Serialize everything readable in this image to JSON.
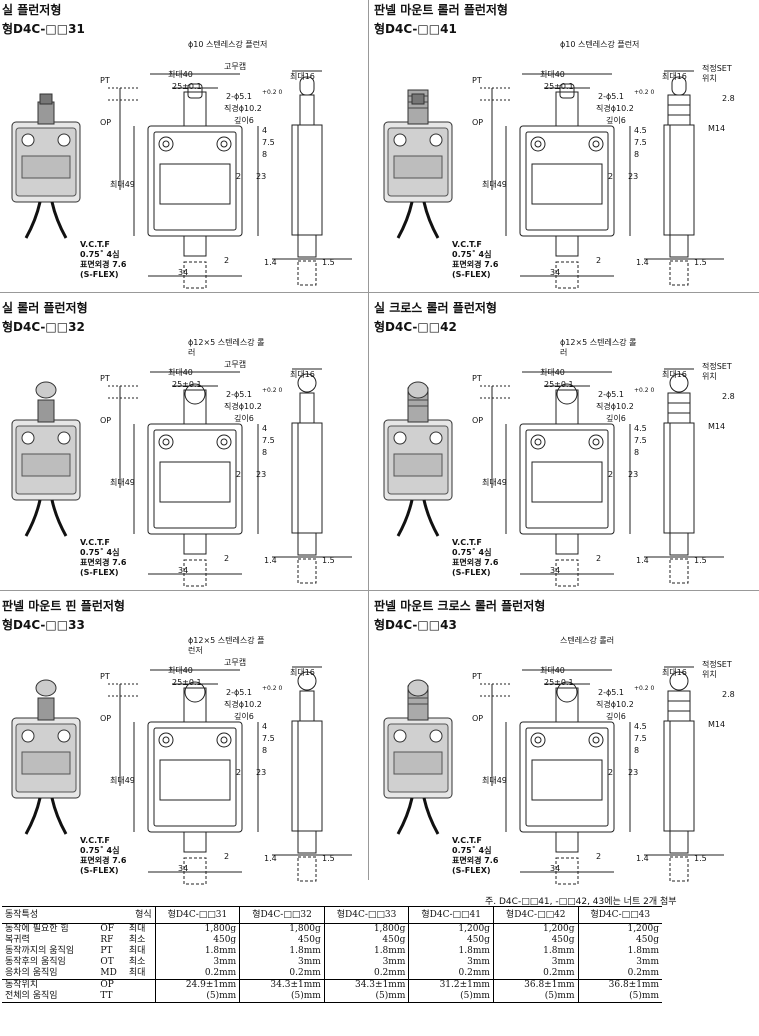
{
  "panels": [
    {
      "title": "실 플런저형",
      "model": "형D4C-□□31",
      "actuator": "ϕ10 스텐레스강 플런저",
      "cap": "고무캡",
      "photo_type": "plunger"
    },
    {
      "title": "판넬 마운트 롤러 플런저형",
      "model": "형D4C-□□41",
      "actuator": "ϕ10 스텐레스강 플런저",
      "cap": "",
      "photo_type": "panel-plunger"
    },
    {
      "title": "실 롤러 플런저형",
      "model": "형D4C-□□32",
      "actuator": "ϕ12×5 스텐레스강 롤러",
      "cap": "고무캡",
      "photo_type": "roller"
    },
    {
      "title": "실 크로스 롤러 플런저형",
      "model": "형D4C-□□42",
      "actuator": "ϕ12×5 스텐레스강 롤러",
      "cap": "",
      "photo_type": "panel-roller"
    },
    {
      "title": "판넬 마운트 핀 플런저형",
      "model": "형D4C-□□33",
      "actuator": "ϕ12×5 스텐레스강 플런저",
      "cap": "고무캡",
      "photo_type": "roller"
    },
    {
      "title": "판넬 마운트 크로스 롤러 플런저형",
      "model": "형D4C-□□43",
      "actuator": "스텐레스강 롤러",
      "cap": "",
      "photo_type": "panel-roller"
    }
  ],
  "dims": {
    "max40": "최대40",
    "d25": "25±0.1",
    "max16": "최대16",
    "max49": "최대49",
    "pt": "PT",
    "op": "OP",
    "hole": "2-ϕ5.1",
    "hole_tol": "+0.2 0",
    "dia": "직경ϕ10.2",
    "depth": "깊이6",
    "d4": "4",
    "d45": "4.5",
    "d75": "7.5",
    "d8": "8",
    "d2": "2",
    "d23": "23",
    "d34": "34",
    "d14": "1.4",
    "d15": "1.5",
    "d28": "2.8",
    "m14": "M14",
    "set": "적정SET 위치"
  },
  "vctf": [
    "V.C.T.F",
    "0.75˚ 4심",
    "표면외경 7.6",
    "(S-FLEX)"
  ],
  "note": "주. D4C-□□41, -□□42, 43에는 너트 2개 첨부",
  "table": {
    "header_left": "동작특성",
    "header_mid": "형식",
    "models": [
      "형D4C-□□31",
      "형D4C-□□32",
      "형D4C-□□33",
      "형D4C-□□41",
      "형D4C-□□42",
      "형D4C-□□43"
    ],
    "rows": [
      {
        "name": "동작에 필요한 힘",
        "code": "OF",
        "limit": "최대",
        "values": [
          "1,800g",
          "1,800g",
          "1,800g",
          "1,200g",
          "1,200g",
          "1,200g"
        ]
      },
      {
        "name": "복귀력",
        "code": "RF",
        "limit": "최소",
        "values": [
          "450g",
          "450g",
          "450g",
          "450g",
          "450g",
          "450g"
        ]
      },
      {
        "name": "동작까지의 움직임",
        "code": "PT",
        "limit": "최대",
        "values": [
          "1.8mm",
          "1.8mm",
          "1.8mm",
          "1.8mm",
          "1.8mm",
          "1.8mm"
        ]
      },
      {
        "name": "동작후의 움직임",
        "code": "OT",
        "limit": "최소",
        "values": [
          "3mm",
          "3mm",
          "3mm",
          "3mm",
          "3mm",
          "3mm"
        ]
      },
      {
        "name": "응차의 움직임",
        "code": "MD",
        "limit": "최대",
        "values": [
          "0.2mm",
          "0.2mm",
          "0.2mm",
          "0.2mm",
          "0.2mm",
          "0.2mm"
        ]
      }
    ],
    "pos_rows": [
      {
        "name": "동작위치",
        "code": "OP",
        "limit": "",
        "values": [
          "24.9±1mm",
          "34.3±1mm",
          "34.3±1mm",
          "31.2±1mm",
          "36.8±1mm",
          "36.8±1mm"
        ]
      },
      {
        "name": "전체의 움직임",
        "code": "TT",
        "limit": "",
        "values": [
          "(5)mm",
          "(5)mm",
          "(5)mm",
          "(5)mm",
          "(5)mm",
          "(5)mm"
        ]
      }
    ]
  }
}
